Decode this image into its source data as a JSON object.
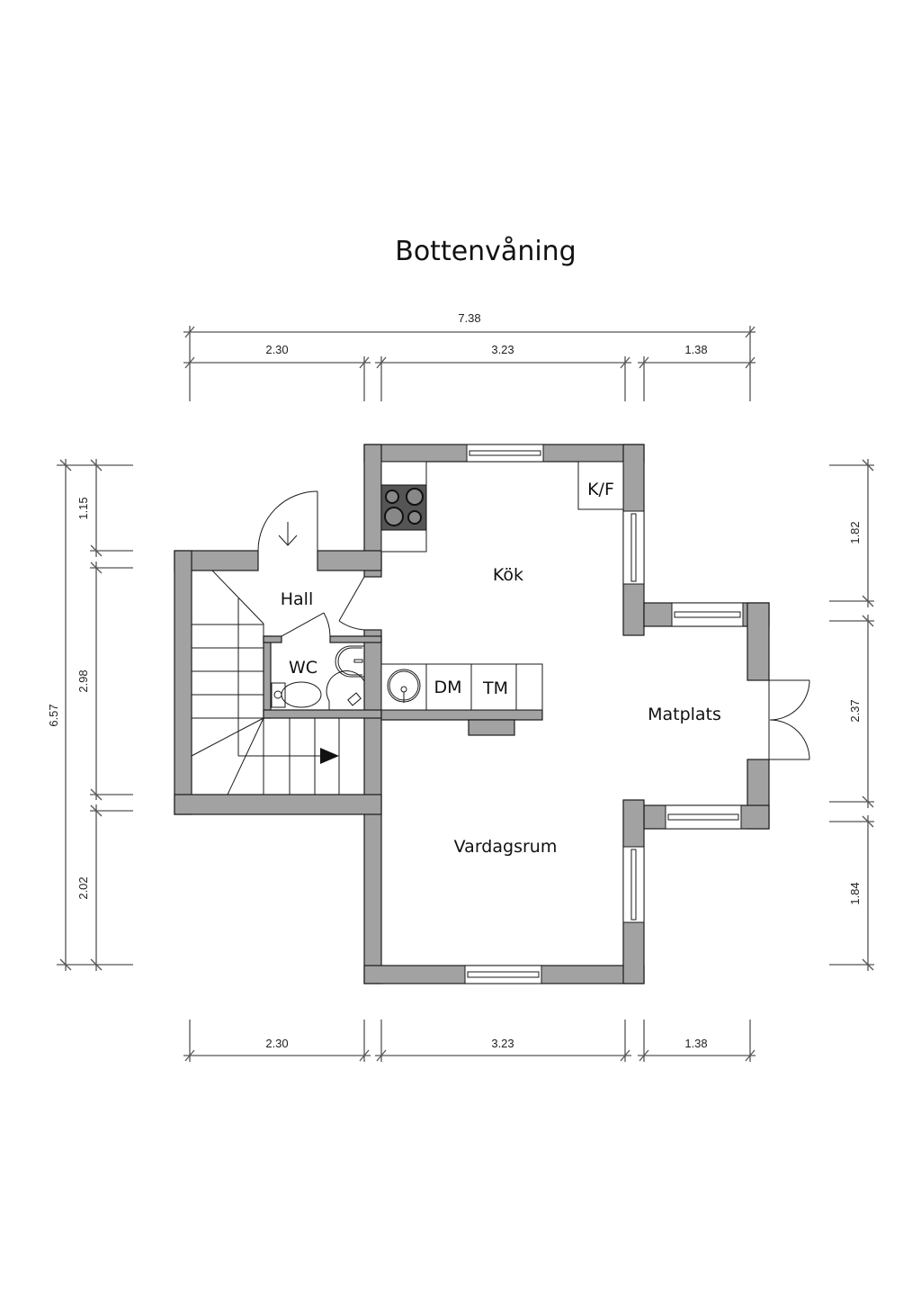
{
  "title": "Bottenvåning",
  "rooms": {
    "kitchen": "Kök",
    "hall": "Hall",
    "wc": "WC",
    "dishwasher": "DM",
    "dryer": "TM",
    "fridge_freezer": "K/F",
    "dining": "Matplats",
    "living": "Vardagsrum"
  },
  "dimensions": {
    "top_total": "7.38",
    "top": [
      "2.30",
      "3.23",
      "1.38"
    ],
    "bottom": [
      "2.30",
      "3.23",
      "1.38"
    ],
    "left_total": "6.57",
    "left": [
      "1.15",
      "2.98",
      "2.02"
    ],
    "right": [
      "1.82",
      "2.37",
      "1.84"
    ]
  },
  "colors": {
    "wall": "#a2a2a2",
    "stove": "#555555"
  }
}
